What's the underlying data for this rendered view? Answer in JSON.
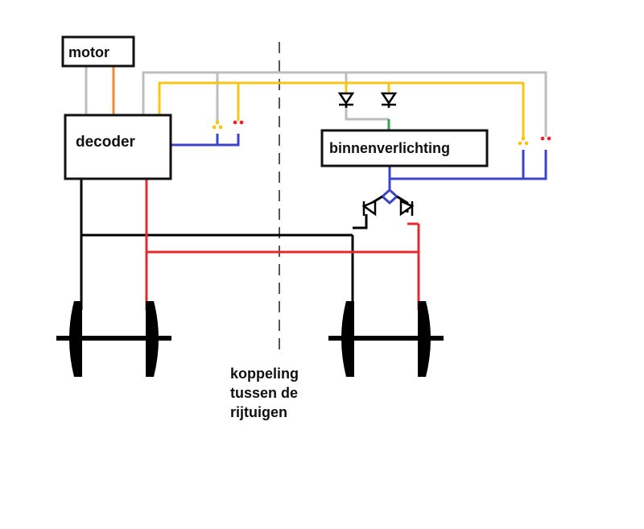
{
  "labels": {
    "motor": "motor",
    "decoder": "decoder",
    "interior_lighting": "binnenverlichting",
    "coupling_line1": "koppeling",
    "coupling_line2": "tussen de",
    "coupling_line3": "rijtuigen"
  },
  "colors": {
    "grey": "#bdbdbd",
    "orange": "#f28a2e",
    "yellow": "#f5c518",
    "blue": "#3b44c8",
    "black": "#000000",
    "red": "#e8282e",
    "green": "#2ea84a",
    "led_yellow": "#f5c518",
    "led_red": "#e8282e"
  }
}
